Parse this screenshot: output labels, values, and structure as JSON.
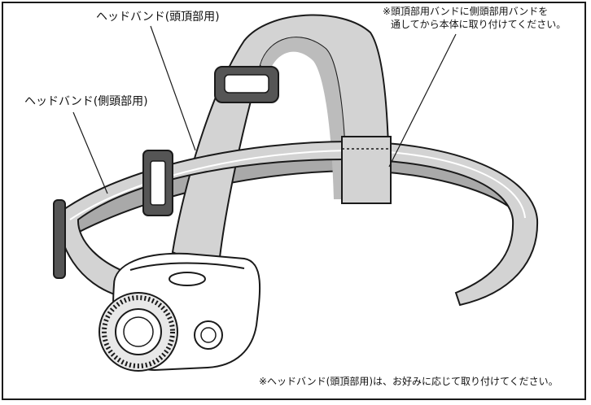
{
  "labels": {
    "top_band": "ヘッドバンド(頭頂部用)",
    "side_band": "ヘッドバンド(側頭部用)"
  },
  "notes": {
    "top_line1": "※頭頂部用バンドに側頭部用バンドを",
    "top_line2": "通してから本体に取り付けてください。",
    "bottom": "※ヘッドバンド(頭頂部用)は、お好みに応じて取り付けてください。"
  },
  "colors": {
    "band_fill": "#d3d3d3",
    "band_dark": "#a9a9a9",
    "outline": "#1a1a1a",
    "lamp_body": "#ffffff"
  }
}
